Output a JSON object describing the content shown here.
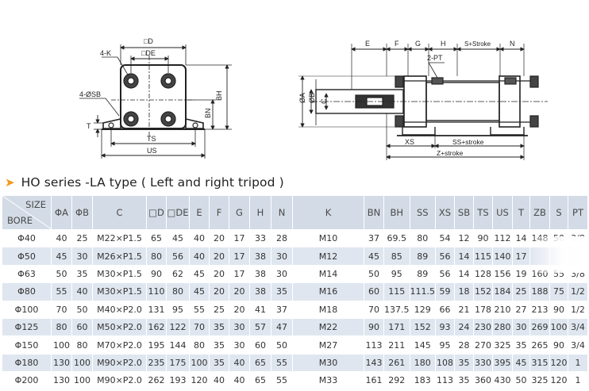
{
  "drawing": {
    "left_view": {
      "labels": {
        "d": "□D",
        "de": "□DE",
        "k": "4-K",
        "sb": "4-ØSB",
        "bh": "BH",
        "bn": "BN",
        "t": "T",
        "ts": "TS",
        "us": "US"
      }
    },
    "side_view": {
      "labels": {
        "e": "E",
        "f": "F",
        "g": "G",
        "h": "H",
        "s_stroke": "S+Stroke",
        "n": "N",
        "pt": "2-PT",
        "a": "ØA",
        "b": "ØB",
        "c": "C",
        "xs": "XS",
        "ss_stroke": "SS+stroke",
        "z_stroke": "Z+stroke"
      }
    }
  },
  "title": {
    "arrow": "➤",
    "text": "HO series -LA type ( Left and right tripod )"
  },
  "table": {
    "corner": {
      "top": "SIZE",
      "bottom": "BORE"
    },
    "headers": [
      "ΦA",
      "ΦB",
      "C",
      "□D",
      "□DE",
      "E",
      "F",
      "G",
      "H",
      "N",
      "K",
      "BN",
      "BH",
      "SS",
      "XS",
      "SB",
      "TS",
      "US",
      "T",
      "ZB",
      "S",
      "PT"
    ],
    "rows": [
      [
        "Φ40",
        "40",
        "25",
        "M22×P1.5",
        "65",
        "45",
        "40",
        "20",
        "17",
        "33",
        "28",
        "M10",
        "37",
        "69.5",
        "80",
        "54",
        "12",
        "90",
        "112",
        "14",
        "148",
        "50",
        "3/8"
      ],
      [
        "Φ50",
        "45",
        "30",
        "M26×P1.5",
        "80",
        "56",
        "40",
        "20",
        "17",
        "38",
        "30",
        "M12",
        "45",
        "85",
        "89",
        "56",
        "14",
        "115",
        "140",
        "17",
        "",
        "",
        ""
      ],
      [
        "Φ63",
        "50",
        "35",
        "M30×P1.5",
        "90",
        "62",
        "45",
        "20",
        "17",
        "38",
        "30",
        "M14",
        "50",
        "95",
        "89",
        "56",
        "14",
        "128",
        "156",
        "19",
        "160",
        "55",
        "3/8"
      ],
      [
        "Φ80",
        "55",
        "40",
        "M30×P1.5",
        "110",
        "80",
        "45",
        "20",
        "20",
        "38",
        "35",
        "M16",
        "60",
        "115",
        "111.5",
        "59",
        "18",
        "152",
        "184",
        "25",
        "188",
        "75",
        "1/2"
      ],
      [
        "Φ100",
        "70",
        "50",
        "M40×P2.0",
        "131",
        "95",
        "55",
        "25",
        "20",
        "41",
        "37",
        "M18",
        "70",
        "137.5",
        "129",
        "66",
        "21",
        "178",
        "210",
        "27",
        "213",
        "90",
        "1/2"
      ],
      [
        "Φ125",
        "80",
        "60",
        "M50×P2.0",
        "162",
        "122",
        "70",
        "35",
        "30",
        "57",
        "47",
        "M22",
        "90",
        "171",
        "152",
        "93",
        "24",
        "230",
        "280",
        "30",
        "269",
        "100",
        "3/4"
      ],
      [
        "Φ150",
        "100",
        "80",
        "M70×P2.0",
        "195",
        "144",
        "80",
        "35",
        "30",
        "60",
        "50",
        "M27",
        "113",
        "211",
        "145",
        "95",
        "28",
        "270",
        "325",
        "35",
        "265",
        "90",
        "3/4"
      ],
      [
        "Φ180",
        "130",
        "100",
        "M90×P2.0",
        "235",
        "175",
        "100",
        "35",
        "40",
        "65",
        "55",
        "M30",
        "143",
        "261",
        "180",
        "108",
        "35",
        "330",
        "395",
        "45",
        "315",
        "120",
        "1"
      ],
      [
        "Φ200",
        "130",
        "100",
        "M90×P2.0",
        "262",
        "193",
        "120",
        "40",
        "40",
        "65",
        "55",
        "M33",
        "161",
        "292",
        "183",
        "113",
        "35",
        "360",
        "430",
        "50",
        "325",
        "120",
        "1"
      ]
    ]
  }
}
